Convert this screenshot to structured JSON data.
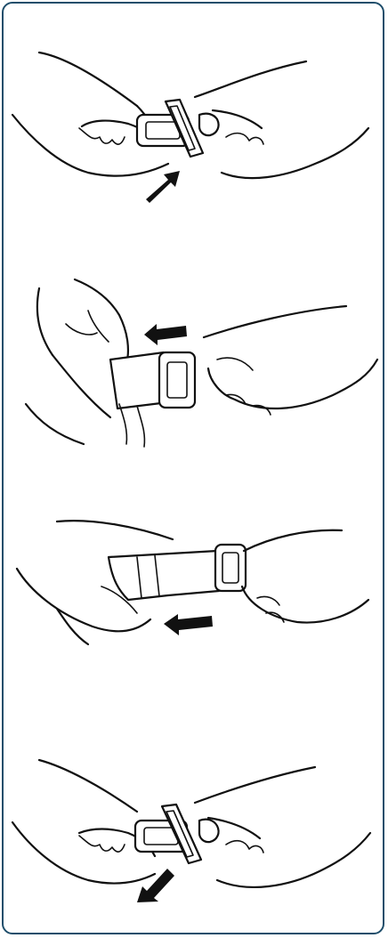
{
  "figure": {
    "colors": {
      "frame_border": "#1f4e6b",
      "ink": "#111111",
      "background": "#ffffff"
    },
    "steps": [
      {
        "icon": "hands-buckle-insert-icon",
        "arrow_direction": "up-right"
      },
      {
        "icon": "hands-strap-pull-left-icon",
        "arrow_direction": "left"
      },
      {
        "icon": "hands-strap-tighten-icon",
        "arrow_direction": "left"
      },
      {
        "icon": "hands-buckle-release-icon",
        "arrow_direction": "down-left"
      }
    ]
  }
}
